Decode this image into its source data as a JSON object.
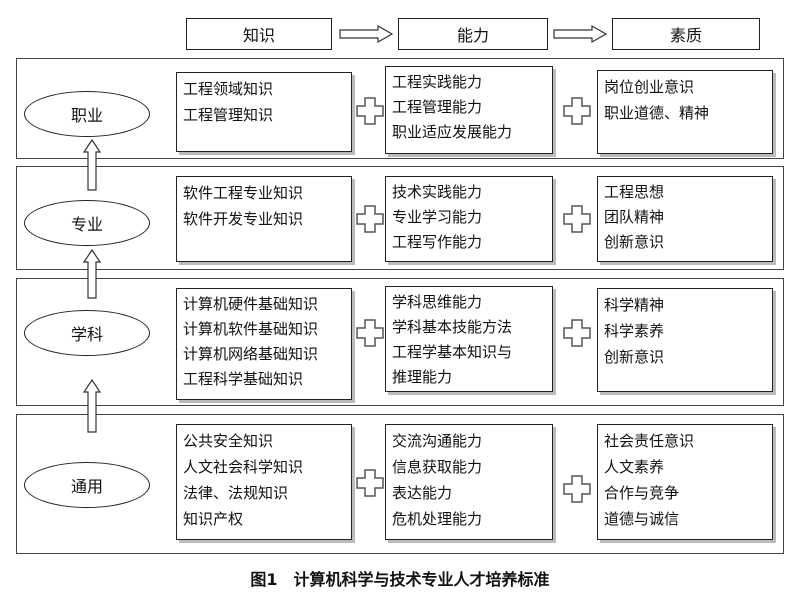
{
  "headers": {
    "knowledge": "知识",
    "ability": "能力",
    "quality": "素质"
  },
  "rows": [
    {
      "label": "职业",
      "knowledge": [
        "工程领域知识",
        "工程管理知识"
      ],
      "ability": [
        "工程实践能力",
        "工程管理能力",
        "职业适应发展能力"
      ],
      "quality": [
        "岗位创业意识",
        "职业道德、精神"
      ]
    },
    {
      "label": "专业",
      "knowledge": [
        "软件工程专业知识",
        "软件开发专业知识"
      ],
      "ability": [
        "技术实践能力",
        "专业学习能力",
        "工程写作能力"
      ],
      "quality": [
        "工程思想",
        "团队精神",
        "创新意识"
      ]
    },
    {
      "label": "学科",
      "knowledge": [
        "计算机硬件基础知识",
        "计算机软件基础知识",
        "计算机网络基础知识",
        "工程科学基础知识"
      ],
      "ability": [
        "学科思维能力",
        "学科基本技能方法",
        "工程学基本知识与",
        "推理能力"
      ],
      "quality": [
        "科学精神",
        "科学素养",
        "创新意识"
      ]
    },
    {
      "label": "通用",
      "knowledge": [
        "公共安全知识",
        "人文社会科学知识",
        "法律、法规知识",
        "知识产权"
      ],
      "ability": [
        "交流沟通能力",
        "信息获取能力",
        "表达能力",
        "危机处理能力"
      ],
      "quality": [
        "社会责任意识",
        "人文素养",
        "合作与竞争",
        "道德与诚信"
      ]
    }
  ],
  "caption": "图1　计算机科学与技术专业人才培养标准"
}
